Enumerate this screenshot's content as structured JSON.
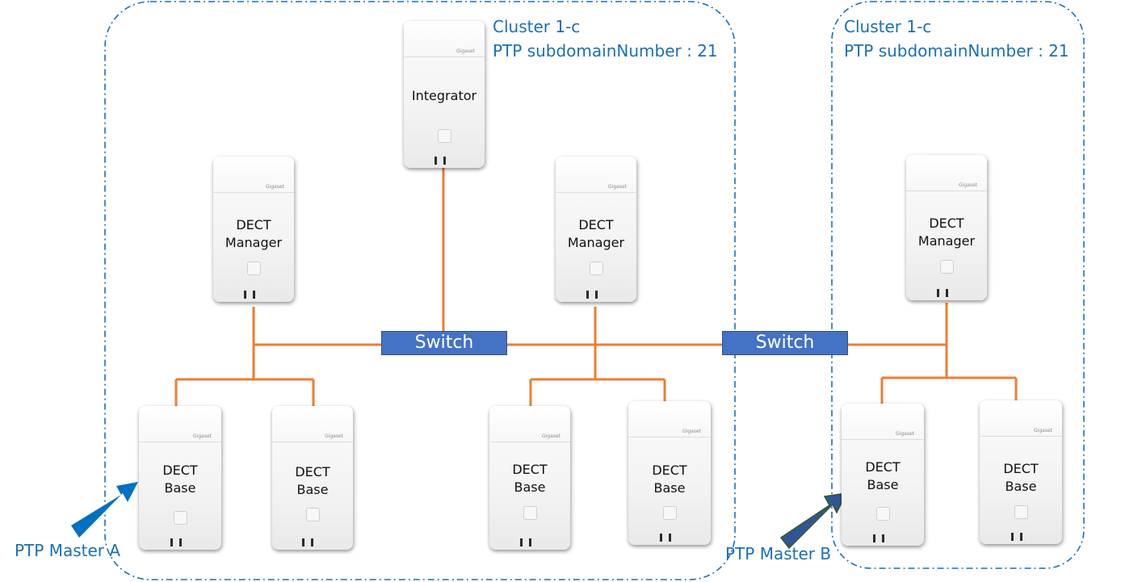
{
  "clusters": [
    {
      "name": "Cluster 1-c",
      "subdomain": "PTP subdomainNumber : 21"
    },
    {
      "name": "Cluster 1-c",
      "subdomain": "PTP subdomainNumber : 21"
    }
  ],
  "devices": {
    "integrator": {
      "label": "Integrator",
      "brand": "Gigaset"
    },
    "manager_1": {
      "label": "DECT\nManager",
      "brand": "Gigaset"
    },
    "manager_2": {
      "label": "DECT\nManager",
      "brand": "Gigaset"
    },
    "manager_3": {
      "label": "DECT\nManager",
      "brand": "Gigaset"
    },
    "base_1": {
      "label": "DECT\nBase",
      "brand": "Gigaset"
    },
    "base_2": {
      "label": "DECT\nBase",
      "brand": "Gigaset"
    },
    "base_3": {
      "label": "DECT\nBase",
      "brand": "Gigaset"
    },
    "base_4": {
      "label": "DECT\nBase",
      "brand": "Gigaset"
    },
    "base_5": {
      "label": "DECT\nBase",
      "brand": "Gigaset"
    },
    "base_6": {
      "label": "DECT\nBase",
      "brand": "Gigaset"
    }
  },
  "switches": {
    "switch_1": "Switch",
    "switch_2": "Switch"
  },
  "ptp_masters": {
    "master_a": "PTP Master A",
    "master_b": "PTP Master B"
  },
  "colors": {
    "cluster_border": "#1a6fb8",
    "link": "#ed7d31",
    "switch_fill": "#4472c4",
    "arrow_a": "#0070c0",
    "arrow_b": "#2f5597"
  }
}
